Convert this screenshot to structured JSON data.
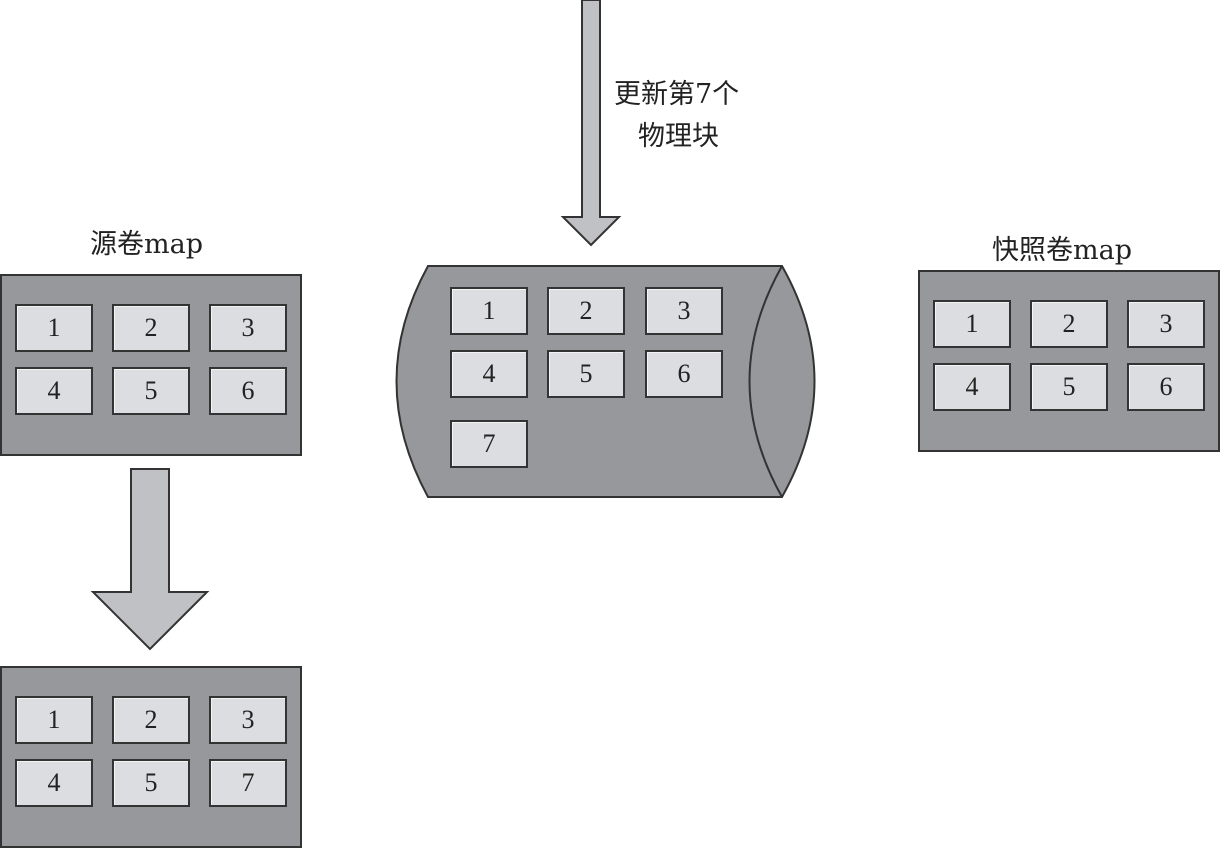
{
  "update_label": [
    "更新第7个",
    "物理块"
  ],
  "source_map": {
    "title": "源卷map",
    "blocks": [
      "1",
      "2",
      "3",
      "4",
      "5",
      "6"
    ]
  },
  "source_map_after": {
    "blocks": [
      "1",
      "2",
      "3",
      "4",
      "5",
      "7"
    ]
  },
  "physical_volume": {
    "blocks": [
      "1",
      "2",
      "3",
      "4",
      "5",
      "6",
      "7"
    ]
  },
  "snapshot_map": {
    "title": "快照卷map",
    "blocks": [
      "1",
      "2",
      "3",
      "4",
      "5",
      "6"
    ]
  },
  "colors": {
    "box_fill": "#97989b",
    "block_fill": "#dcdde0",
    "arrow_fill": "#c0c1c4",
    "outline": "#333333"
  }
}
